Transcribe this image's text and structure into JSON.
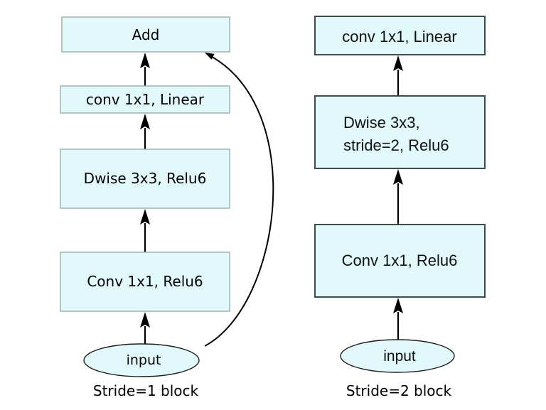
{
  "left_block": {
    "caption": "Stride=1 block",
    "add_label": "Add",
    "conv_linear_label": "conv 1x1, Linear",
    "dwise_label": "Dwise 3x3, Relu6",
    "conv_relu_label": "Conv 1x1, Relu6",
    "input_label": "input"
  },
  "right_block": {
    "caption": "Stride=2 block",
    "conv_linear_label": "conv 1x1, Linear",
    "dwise_label_line1": "Dwise 3x3,",
    "dwise_label_line2": "stride=2, Relu6",
    "conv_relu_label": "Conv 1x1, Relu6",
    "input_label": "input"
  },
  "colors": {
    "node_fill": "#e1f9fb",
    "left_node_border": "#93a8a8",
    "right_node_border": "#3f4a4a",
    "ellipse_border": "#1c1c1c",
    "line": "#000000",
    "background": "#ffffff"
  }
}
